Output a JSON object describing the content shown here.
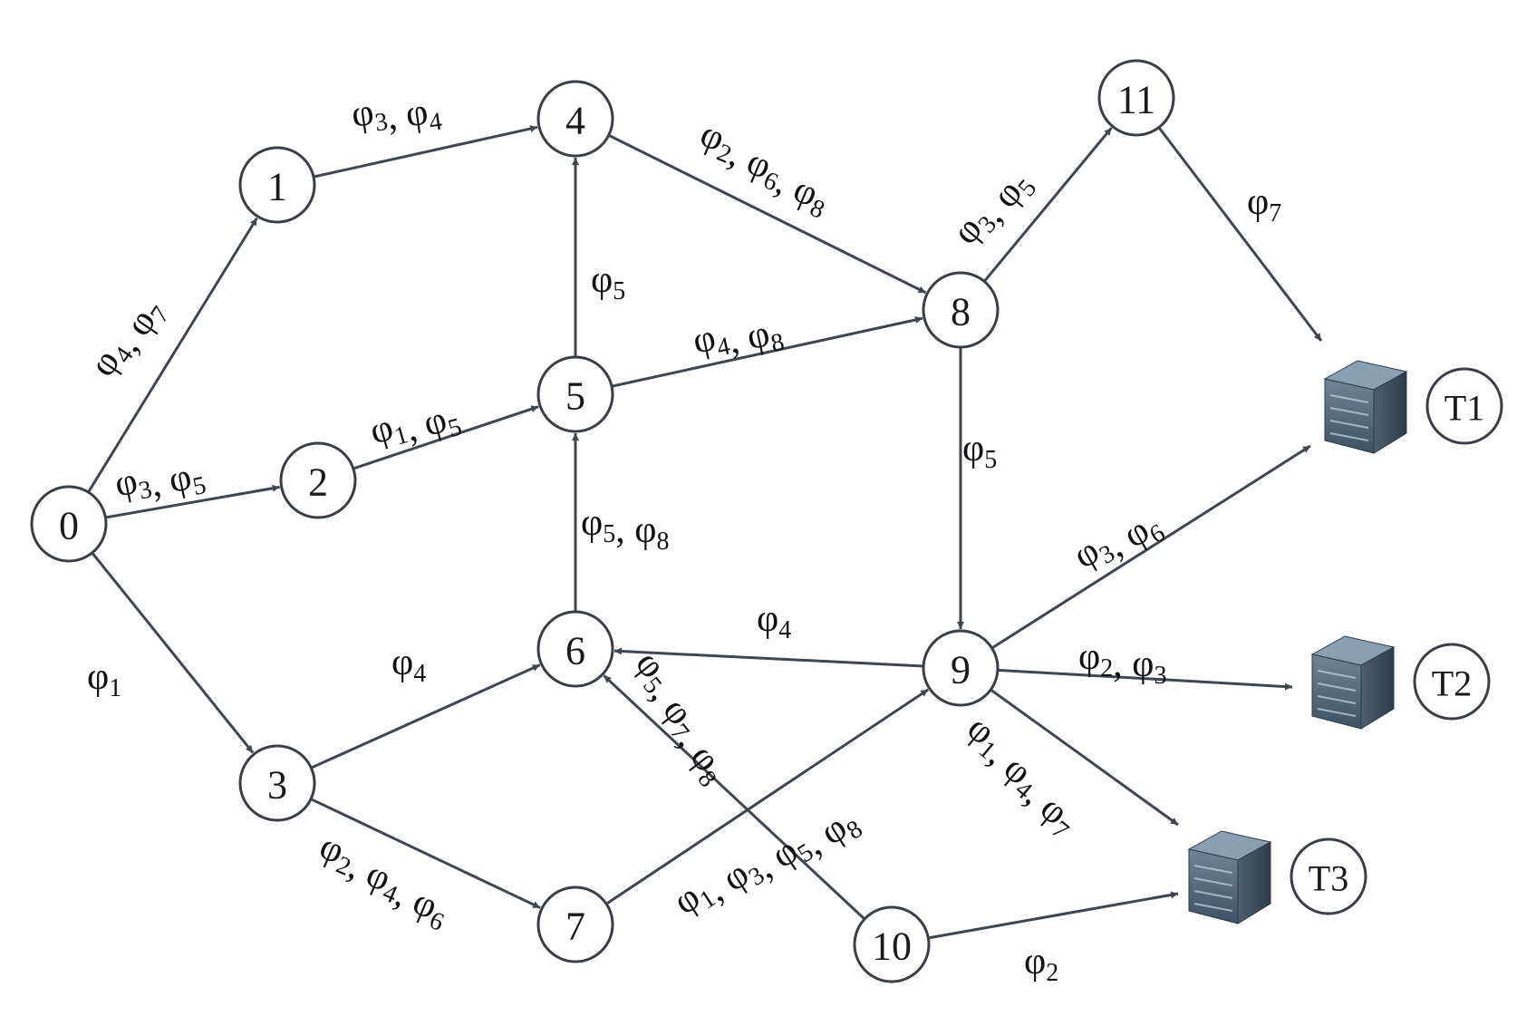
{
  "colors": {
    "edge": "#3f4651",
    "node_stroke": "#3a3f47",
    "server_body": "#5b6f82"
  },
  "nodes": [
    {
      "id": "0",
      "label": "0"
    },
    {
      "id": "1",
      "label": "1"
    },
    {
      "id": "2",
      "label": "2"
    },
    {
      "id": "3",
      "label": "3"
    },
    {
      "id": "4",
      "label": "4"
    },
    {
      "id": "5",
      "label": "5"
    },
    {
      "id": "6",
      "label": "6"
    },
    {
      "id": "7",
      "label": "7"
    },
    {
      "id": "8",
      "label": "8"
    },
    {
      "id": "9",
      "label": "9"
    },
    {
      "id": "10",
      "label": "10"
    },
    {
      "id": "11",
      "label": "11"
    }
  ],
  "terminals": [
    {
      "id": "T1",
      "label": "T1",
      "icon": "server-icon"
    },
    {
      "id": "T2",
      "label": "T2",
      "icon": "server-icon"
    },
    {
      "id": "T3",
      "label": "T3",
      "icon": "server-icon"
    }
  ],
  "edges": [
    {
      "from": "0",
      "to": "1",
      "label": [
        [
          "φ",
          "4"
        ],
        [
          "φ",
          "7"
        ]
      ]
    },
    {
      "from": "0",
      "to": "2",
      "label": [
        [
          "φ",
          "3"
        ],
        [
          "φ",
          "5"
        ]
      ]
    },
    {
      "from": "0",
      "to": "3",
      "label": [
        [
          "φ",
          "1"
        ]
      ]
    },
    {
      "from": "1",
      "to": "4",
      "label": [
        [
          "φ",
          "3"
        ],
        [
          "φ",
          "4"
        ]
      ]
    },
    {
      "from": "2",
      "to": "5",
      "label": [
        [
          "φ",
          "1"
        ],
        [
          "φ",
          "5"
        ]
      ]
    },
    {
      "from": "3",
      "to": "6",
      "label": [
        [
          "φ",
          "4"
        ]
      ]
    },
    {
      "from": "3",
      "to": "7",
      "label": [
        [
          "φ",
          "2"
        ],
        [
          "φ",
          "4"
        ],
        [
          "φ",
          "6"
        ]
      ]
    },
    {
      "from": "4",
      "to": "8",
      "label": [
        [
          "φ",
          "2"
        ],
        [
          "φ",
          "6"
        ],
        [
          "φ",
          "8"
        ]
      ]
    },
    {
      "from": "5",
      "to": "4",
      "label": [
        [
          "φ",
          "5"
        ]
      ]
    },
    {
      "from": "5",
      "to": "8",
      "label": [
        [
          "φ",
          "4"
        ],
        [
          "φ",
          "8"
        ]
      ]
    },
    {
      "from": "6",
      "to": "5",
      "label": [
        [
          "φ",
          "5"
        ],
        [
          "φ",
          "8"
        ]
      ]
    },
    {
      "from": "7",
      "to": "9",
      "label": [
        [
          "φ",
          "1"
        ],
        [
          "φ",
          "3"
        ],
        [
          "φ",
          "5"
        ],
        [
          "φ",
          "8"
        ]
      ]
    },
    {
      "from": "8",
      "to": "11",
      "label": [
        [
          "φ",
          "3"
        ],
        [
          "φ",
          "5"
        ]
      ]
    },
    {
      "from": "8",
      "to": "9",
      "label": [
        [
          "φ",
          "5"
        ]
      ]
    },
    {
      "from": "9",
      "to": "6",
      "label": [
        [
          "φ",
          "4"
        ]
      ]
    },
    {
      "from": "10",
      "to": "6",
      "label": [
        [
          "φ",
          "5"
        ],
        [
          "φ",
          "7"
        ],
        [
          "φ",
          "8"
        ]
      ]
    },
    {
      "from": "11",
      "to": "T1",
      "label": [
        [
          "φ",
          "7"
        ]
      ]
    },
    {
      "from": "9",
      "to": "T1",
      "label": [
        [
          "φ",
          "3"
        ],
        [
          "φ",
          "6"
        ]
      ]
    },
    {
      "from": "9",
      "to": "T2",
      "label": [
        [
          "φ",
          "2"
        ],
        [
          "φ",
          "3"
        ]
      ]
    },
    {
      "from": "9",
      "to": "T3",
      "label": [
        [
          "φ",
          "1"
        ],
        [
          "φ",
          "4"
        ],
        [
          "φ",
          "7"
        ]
      ]
    },
    {
      "from": "10",
      "to": "T3",
      "label": [
        [
          "φ",
          "2"
        ]
      ]
    }
  ]
}
